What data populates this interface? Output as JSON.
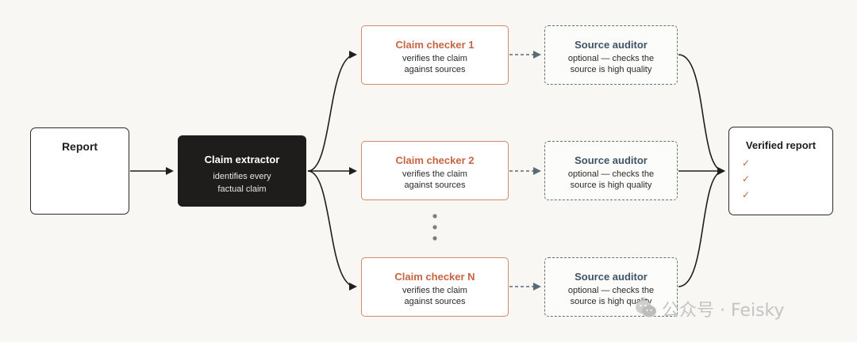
{
  "report": {
    "title": "Report"
  },
  "extractor": {
    "title": "Claim extractor",
    "subtitle_line1": "identifies every",
    "subtitle_line2": "factual claim"
  },
  "checkers": [
    {
      "title": "Claim checker 1",
      "line1": "verifies the claim",
      "line2": "against sources"
    },
    {
      "title": "Claim checker 2",
      "line1": "verifies the claim",
      "line2": "against sources"
    },
    {
      "title": "Claim checker N",
      "line1": "verifies the claim",
      "line2": "against sources"
    }
  ],
  "auditors": [
    {
      "title": "Source auditor",
      "line1": "optional — checks the",
      "line2": "source is high quality"
    },
    {
      "title": "Source auditor",
      "line1": "optional — checks the",
      "line2": "source is high quality"
    },
    {
      "title": "Source auditor",
      "line1": "optional — checks the",
      "line2": "source is high quality"
    }
  ],
  "verified": {
    "title": "Verified report",
    "check_mark": "✓"
  },
  "watermark": {
    "text": "公众号 · Feisky"
  },
  "colors": {
    "accent": "#c86442",
    "auditor": "#3e5464",
    "dark": "#1f1d1b",
    "background": "#f8f7f4"
  }
}
